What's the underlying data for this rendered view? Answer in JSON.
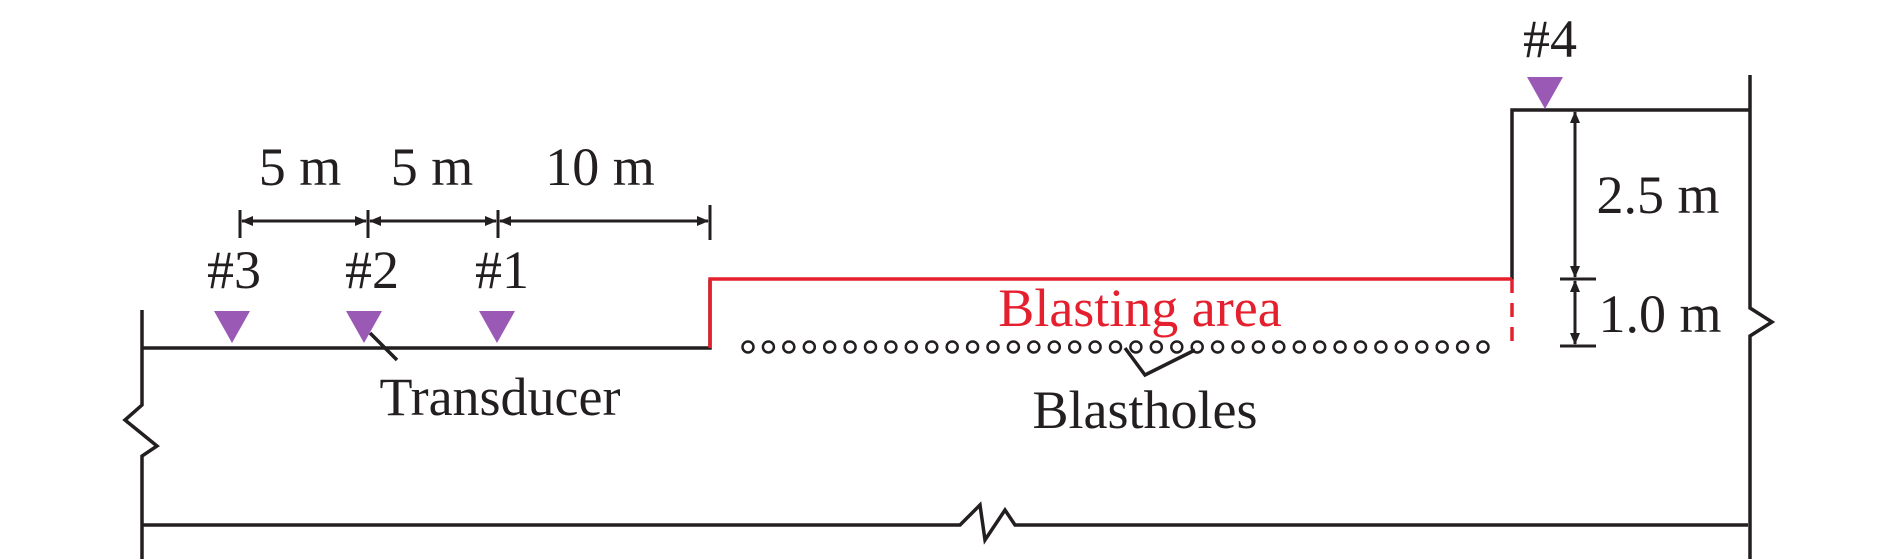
{
  "labels": {
    "d1": "5 m",
    "d2": "5 m",
    "d3": "10 m",
    "h_upper": "2.5 m",
    "h_lower": "1.0 m",
    "blasting_area": "Blasting area",
    "blastholes": "Blastholes",
    "transducer": "Transducer"
  },
  "transducers": [
    {
      "id": "#3"
    },
    {
      "id": "#2"
    },
    {
      "id": "#1"
    },
    {
      "id": "#4"
    }
  ],
  "colors": {
    "line": "#231f20",
    "blasting_area": "#e5202e",
    "transducer": "#9b59b6"
  },
  "blasthole_count": 37
}
